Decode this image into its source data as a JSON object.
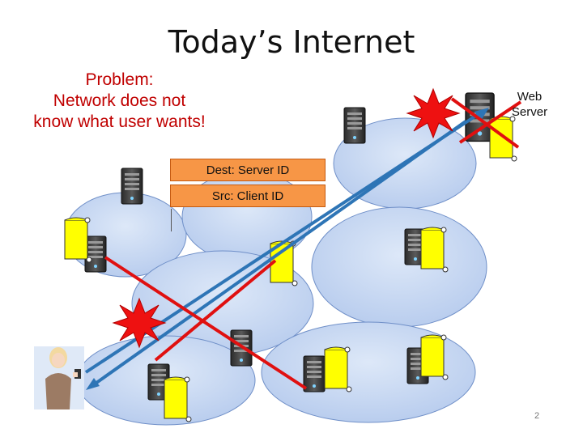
{
  "slide": {
    "title": "Today’s Internet",
    "problem_lines": [
      "Problem:",
      "Network does not",
      "know what user wants!"
    ],
    "web_server_label": "Web\nServer",
    "packet_header": {
      "dest": "Dest: Server ID",
      "src": "Src: Client ID"
    },
    "page_number": "2"
  },
  "colors": {
    "cloud_fill": "#c9d9f2",
    "cloud_stroke": "#6f8fc8",
    "arrow": "#2e75b6",
    "cross": "#e01010",
    "burst": "#ee1111",
    "packet": "#f79646",
    "scroll": "#ffff00",
    "problem_text": "#c00000"
  },
  "icons": [
    "server-icon",
    "scroll-icon",
    "explosion-icon",
    "user-icon"
  ]
}
